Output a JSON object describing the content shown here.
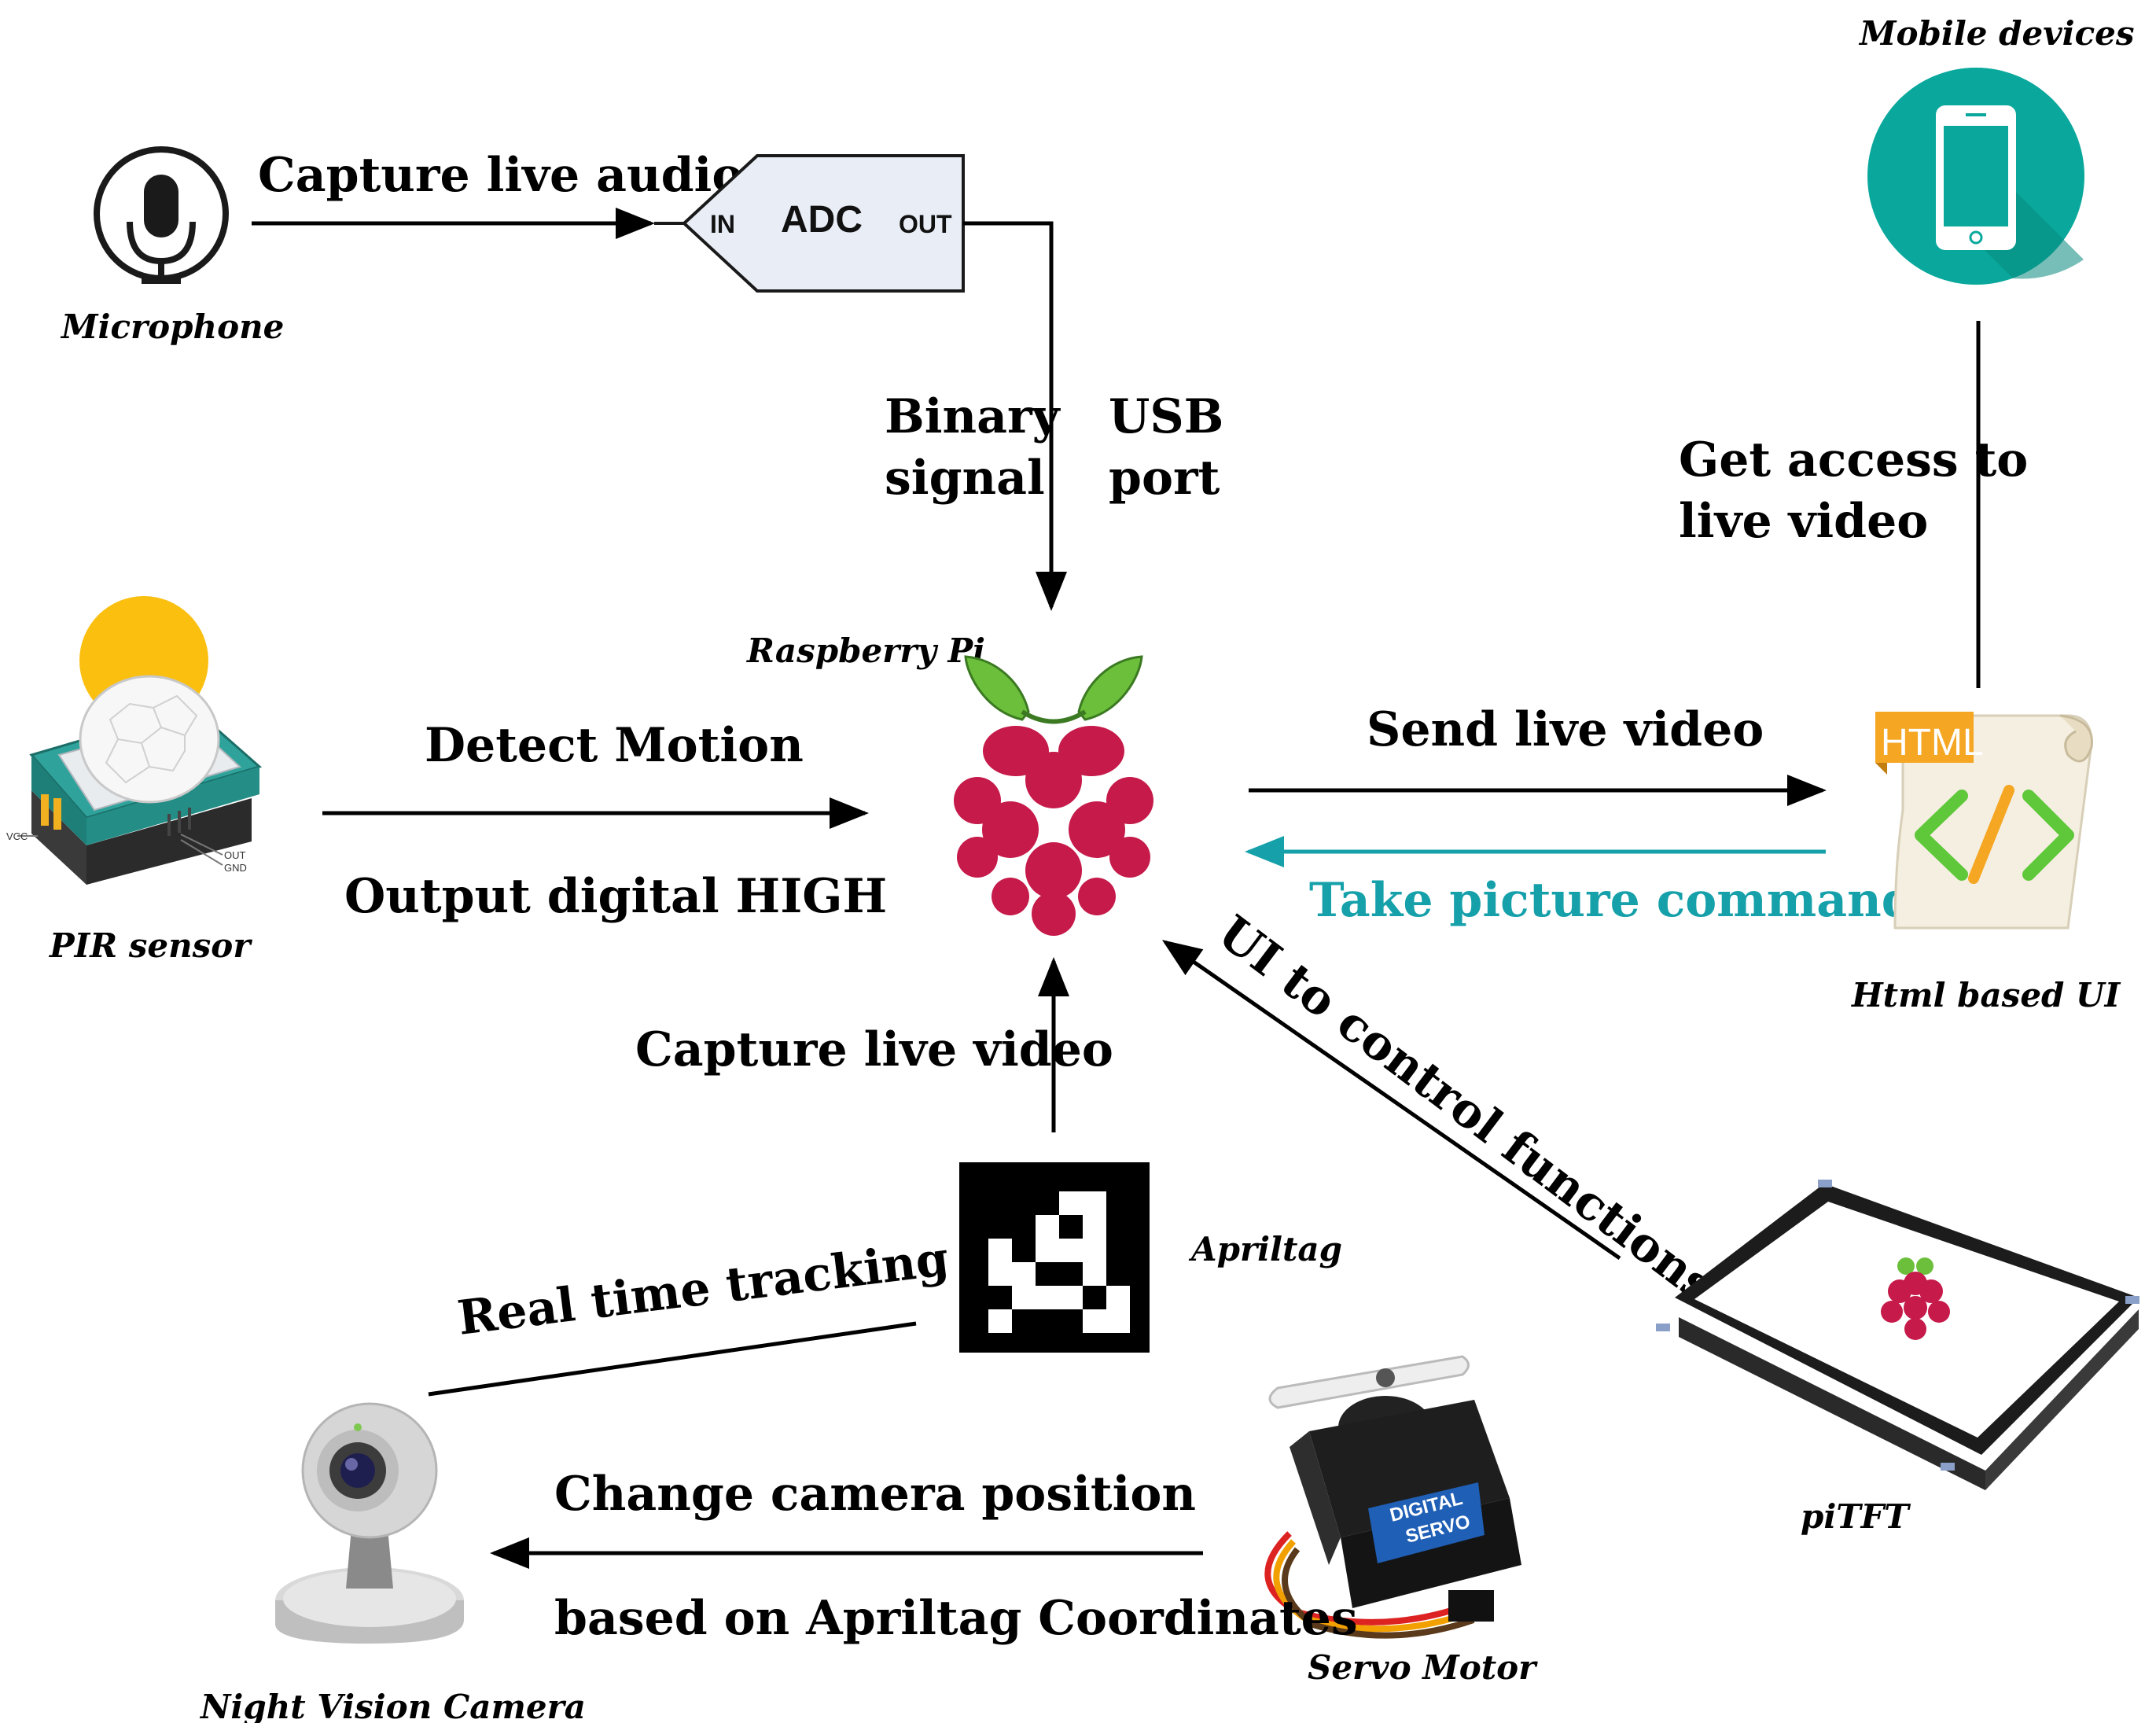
{
  "nodes": {
    "microphone": "Microphone",
    "adc": {
      "title": "ADC",
      "in": "IN",
      "out": "OUT"
    },
    "mobile_devices": "Mobile devices",
    "pir_sensor": {
      "label": "PIR sensor",
      "pin_vcc": "VCC",
      "pin_out": "OUT",
      "pin_gnd": "GND"
    },
    "raspberry_pi": "Raspberry Pi",
    "html_ui": {
      "label": "Html based UI",
      "badge": "HTML"
    },
    "apriltag": "Apriltag",
    "pitft": "piTFT",
    "night_vision_camera": "Night Vision Camera",
    "servo_motor": {
      "label": "Servo Motor",
      "text_1": "DIGITAL",
      "text_2": "SERVO"
    }
  },
  "edges": {
    "capture_audio": "Capture live audio",
    "binary_signal_1": "Binary",
    "binary_signal_2": "signal",
    "usb_port_1": "USB",
    "usb_port_2": "port",
    "get_access_1": "Get access to",
    "get_access_2": "live video",
    "detect_motion": "Detect Motion",
    "output_high": "Output digital HIGH",
    "send_video": "Send live video",
    "take_picture": "Take picture command",
    "ui_control": "UI to control functions",
    "capture_video": "Capture live video",
    "real_time_tracking": "Real time tracking",
    "change_position": "Change camera position",
    "based_on_coords": "based on Apriltag Coordinates"
  },
  "colors": {
    "arrow": "#000000",
    "teal_arrow": "#15a0aa",
    "adc_fill": "#e8edf6",
    "mobile_circle": "#0aa89c",
    "raspberry_red": "#c51a4a",
    "raspberry_leaf": "#6cbf3b",
    "html_orange": "#f5a623",
    "html_green": "#5ec83a",
    "pir_green": "#2fa39b",
    "pir_sun": "#fbbf10",
    "servo_blue": "#1f5fb5"
  },
  "icons": {
    "microphone": "microphone-icon",
    "mobile": "smartphone-icon",
    "raspberry": "raspberry-pi-logo-icon",
    "html": "html-document-icon",
    "pir": "pir-sensor-icon",
    "apriltag": "apriltag-marker-icon",
    "pitft": "touchscreen-display-icon",
    "camera": "webcam-icon",
    "servo": "servo-motor-icon"
  }
}
